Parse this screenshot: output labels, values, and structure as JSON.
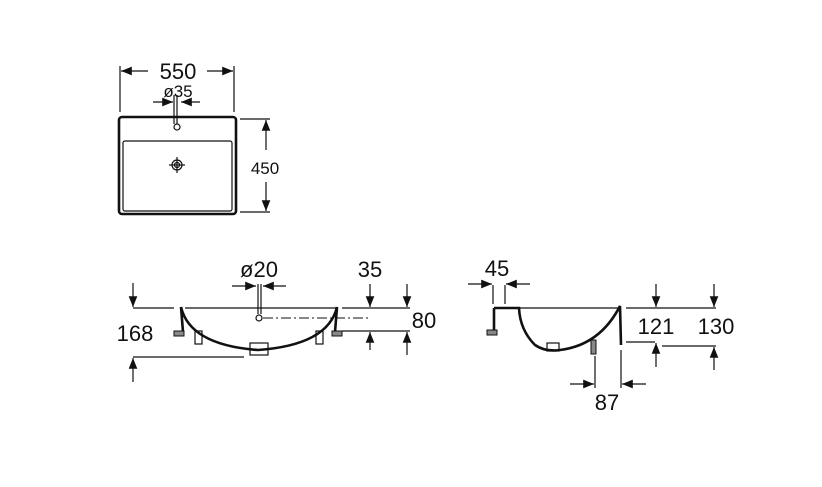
{
  "title": "Washbasin dimension drawing",
  "top_view": {
    "width_label": "550",
    "tap_hole_label": "ø35",
    "depth_label": "450"
  },
  "front_view": {
    "overflow_label": "ø20",
    "overflow_height_label": "35",
    "total_height_label": "168",
    "fixing_height_label": "80"
  },
  "side_view": {
    "wall_offset_label": "45",
    "height_a_label": "121",
    "height_b_label": "130",
    "waste_offset_label": "87"
  },
  "colors": {
    "line": "#111111",
    "fill": "#888888"
  }
}
